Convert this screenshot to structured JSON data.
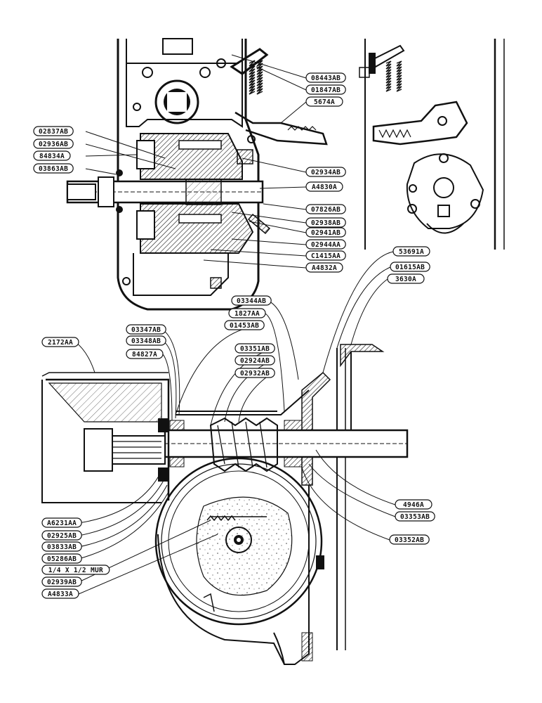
{
  "drawing": {
    "labels_upper": [
      {
        "id": "u1",
        "text": "08443AB"
      },
      {
        "id": "u2",
        "text": "01847AB"
      },
      {
        "id": "u3",
        "text": "5674A"
      },
      {
        "id": "u4",
        "text": "02837AB"
      },
      {
        "id": "u5",
        "text": "02936AB"
      },
      {
        "id": "u6",
        "text": "84834A"
      },
      {
        "id": "u7",
        "text": "03863AB"
      },
      {
        "id": "u8",
        "text": "02934AB"
      },
      {
        "id": "u9",
        "text": "A4830A"
      },
      {
        "id": "u10",
        "text": "07826AB"
      },
      {
        "id": "u11",
        "text": "02938AB"
      },
      {
        "id": "u12",
        "text": "02941AB"
      },
      {
        "id": "u13",
        "text": "02944AA"
      },
      {
        "id": "u14",
        "text": "C1415AA"
      },
      {
        "id": "u15",
        "text": "A4832A"
      }
    ],
    "labels_right": [
      {
        "id": "r1",
        "text": "53691A"
      },
      {
        "id": "r2",
        "text": "01615AB"
      },
      {
        "id": "r3",
        "text": "3630A"
      }
    ],
    "labels_middle": [
      {
        "id": "m1",
        "text": "03344AB"
      },
      {
        "id": "m2",
        "text": "1827AA"
      },
      {
        "id": "m3",
        "text": "01453AB"
      },
      {
        "id": "m4",
        "text": "03347AB"
      },
      {
        "id": "m5",
        "text": "03348AB"
      },
      {
        "id": "m6",
        "text": "84827A"
      },
      {
        "id": "m7",
        "text": "03351AB"
      },
      {
        "id": "m8",
        "text": "02924AB"
      },
      {
        "id": "m9",
        "text": "02932AB"
      },
      {
        "id": "m10",
        "text": "2172AA"
      }
    ],
    "labels_lower_left": [
      {
        "id": "l1",
        "text": "A6231AA"
      },
      {
        "id": "l2",
        "text": "02925AB"
      },
      {
        "id": "l3",
        "text": "03833AB"
      },
      {
        "id": "l4",
        "text": "05286AB"
      },
      {
        "id": "l5",
        "text": "1/4 X 1/2 MUR"
      },
      {
        "id": "l6",
        "text": "02939AB"
      },
      {
        "id": "l7",
        "text": "A4833A"
      }
    ],
    "labels_lower_right": [
      {
        "id": "lr1",
        "text": "4946A"
      },
      {
        "id": "lr2",
        "text": "03353AB"
      },
      {
        "id": "lr3",
        "text": "03352AB"
      }
    ]
  }
}
